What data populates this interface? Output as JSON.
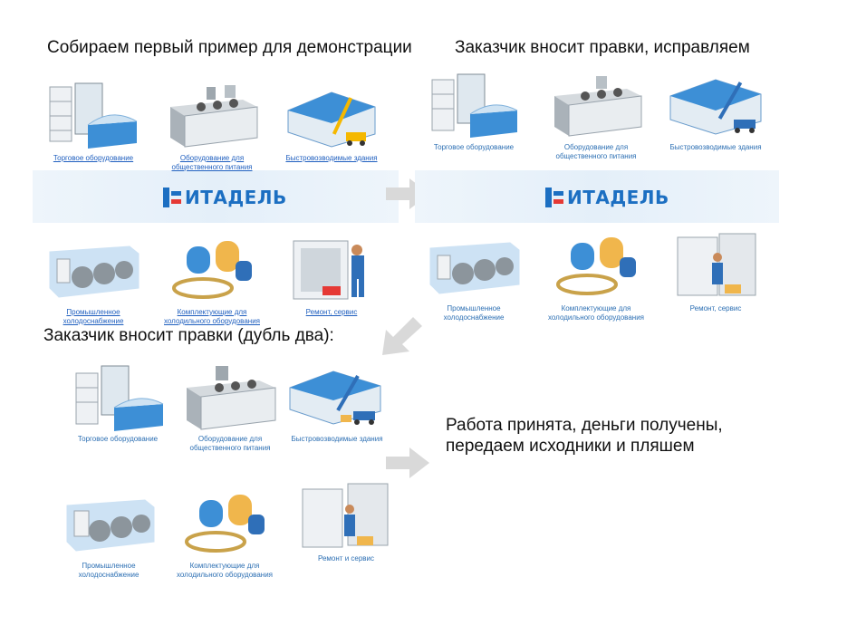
{
  "colors": {
    "brand_blue": "#1c6fc2",
    "brand_red": "#e53935",
    "link_blue": "#1f5fbf",
    "arrow_gray": "#d9d9d9"
  },
  "panels": {
    "p1": {
      "title": "Собираем первый пример для демонстрации",
      "logo": "ИТАДЕЛЬ",
      "items": [
        {
          "label": "Торговое оборудование",
          "icon": "retail-equipment-icon"
        },
        {
          "label": "Оборудование для общественного питания",
          "icon": "catering-equipment-icon"
        },
        {
          "label": "Быстровозводимые здания",
          "icon": "prefab-building-icon"
        },
        {
          "label": "Промышленное холодоснабжение",
          "icon": "industrial-refrigeration-icon"
        },
        {
          "label": "Комплектующие для холодильного оборудования",
          "icon": "components-icon"
        },
        {
          "label": "Ремонт, сервис",
          "icon": "repair-service-icon"
        }
      ]
    },
    "p2": {
      "title": "Заказчик вносит правки, исправляем",
      "logo": "ИТАДЕЛЬ",
      "items": [
        {
          "label": "Торговое оборудование"
        },
        {
          "label": "Оборудование для общественного питания"
        },
        {
          "label": "Быстровозводимые здания"
        },
        {
          "label": "Промышленное холодоснабжение"
        },
        {
          "label": "Комплектующие для холодильного оборудования"
        },
        {
          "label": "Ремонт, сервис"
        }
      ]
    },
    "p3": {
      "title": "Заказчик вносит правки (дубль два):",
      "items": [
        {
          "label": "Торговое оборудование"
        },
        {
          "label": "Оборудование для общественного питания"
        },
        {
          "label": "Быстровозводимые здания"
        },
        {
          "label": "Промышленное холодоснабжение"
        },
        {
          "label": "Комплектующие для холодильного оборудования"
        },
        {
          "label": "Ремонт и сервис"
        }
      ]
    },
    "p4": {
      "line1": "Работа принята, деньги получены,",
      "line2": "передаем исходники и пляшем"
    }
  }
}
